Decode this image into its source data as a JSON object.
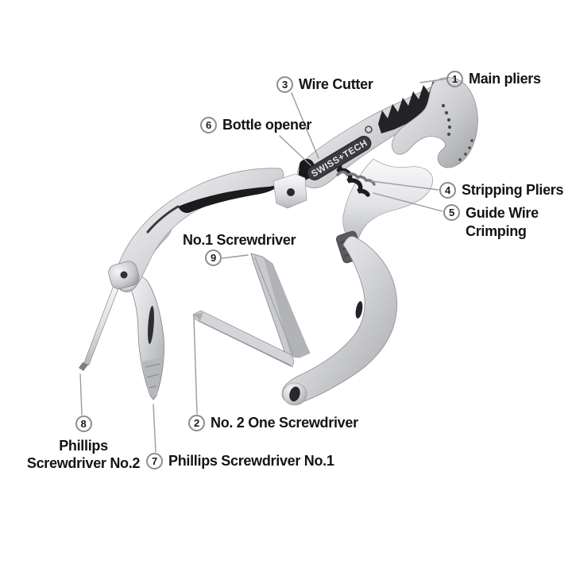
{
  "figure": {
    "type": "labeled-product-diagram",
    "subject": "multi-tool pliers",
    "engraving": "SWISS+TECH"
  },
  "colors": {
    "background": "#ffffff",
    "label_text": "#141414",
    "badge_ring": "#8d8d90",
    "leader_line": "#9b9b9b",
    "metal_light": "#f2f2f4",
    "metal_mid": "#c6c7ca",
    "metal_dark": "#7d7e83",
    "dark_detail": "#1b1b1d"
  },
  "callouts": [
    {
      "num": "1",
      "label": "Main pliers"
    },
    {
      "num": "2",
      "label": "No. 2 One Screwdriver"
    },
    {
      "num": "3",
      "label": "Wire Cutter"
    },
    {
      "num": "4",
      "label": "Stripping Pliers"
    },
    {
      "num": "5",
      "label": "Guide Wire",
      "label2": "Crimping"
    },
    {
      "num": "6",
      "label": "Bottle opener"
    },
    {
      "num": "7",
      "label": "Phillips Screwdriver No.1"
    },
    {
      "num": "8",
      "label": "Phillips",
      "label2": "Screwdriver No.2"
    },
    {
      "num": "9",
      "label": "No.1 Screwdriver"
    }
  ]
}
